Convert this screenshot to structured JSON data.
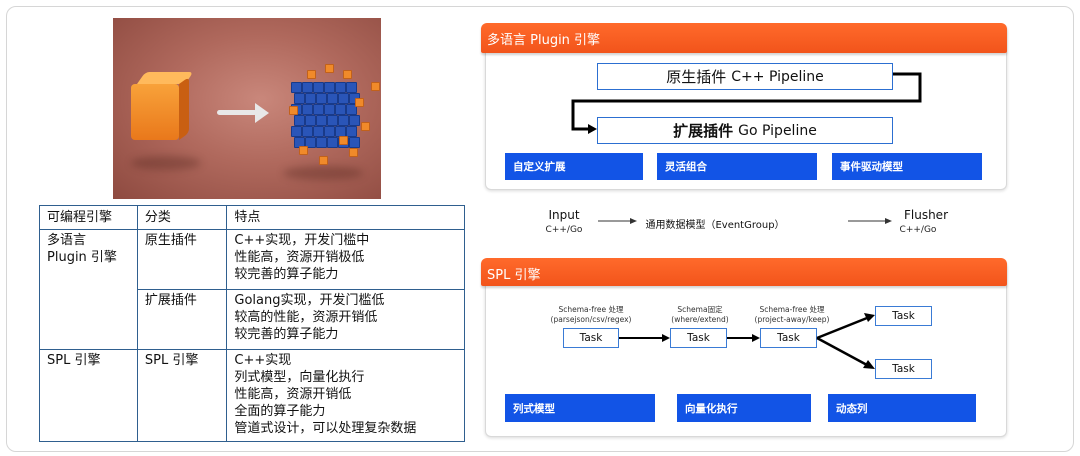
{
  "table": {
    "headers": [
      "可编程引擎",
      "分类",
      "特点"
    ],
    "rows": [
      {
        "engine_lines": [
          "多语言",
          "Plugin 引擎"
        ],
        "category": "原生插件",
        "features": [
          "C++实现，开发门槛中",
          "性能高，资源开销极低",
          "较完善的算子能力"
        ]
      },
      {
        "category": "扩展插件",
        "features": [
          "Golang实现，开发门槛低",
          "较高的性能，资源开销低",
          "较完善的算子能力"
        ]
      },
      {
        "engine_lines": [
          "SPL 引擎"
        ],
        "category": "SPL 引擎",
        "features": [
          "C++实现",
          "列式模型，向量化执行",
          "性能高，资源开销低",
          "全面的算子能力",
          "管道式设计，可以处理复杂数据"
        ]
      }
    ]
  },
  "plugin_panel": {
    "title": "多语言 Plugin 引擎",
    "native": {
      "cn": "原生插件",
      "en": "C++ Pipeline"
    },
    "extension": {
      "cn": "扩展插件",
      "en": "Go Pipeline"
    },
    "features": [
      "自定义扩展",
      "灵活组合",
      "事件驱动模型"
    ]
  },
  "flow": {
    "input": "Input",
    "input_sub": "C++/Go",
    "middle": "通用数据模型（EventGroup）",
    "output": "Flusher",
    "output_sub": "C++/Go"
  },
  "spl_panel": {
    "title": "SPL 引擎",
    "stages": [
      {
        "label": "Schema-free 处理",
        "sub": "(parsejson/csv/regex)"
      },
      {
        "label": "Schema固定",
        "sub": "(where/extend)"
      },
      {
        "label": "Schema-free 处理",
        "sub": "(project-away/keep)"
      }
    ],
    "task_label": "Task",
    "features": [
      "列式模型",
      "向量化执行",
      "动态列"
    ]
  },
  "colors": {
    "accent_orange": "#f2541b",
    "feature_blue": "#1254e6",
    "table_border": "#2f5f8f"
  },
  "icons": [
    "orange-cube-icon",
    "cube-array-icon",
    "arrow-right-icon"
  ]
}
